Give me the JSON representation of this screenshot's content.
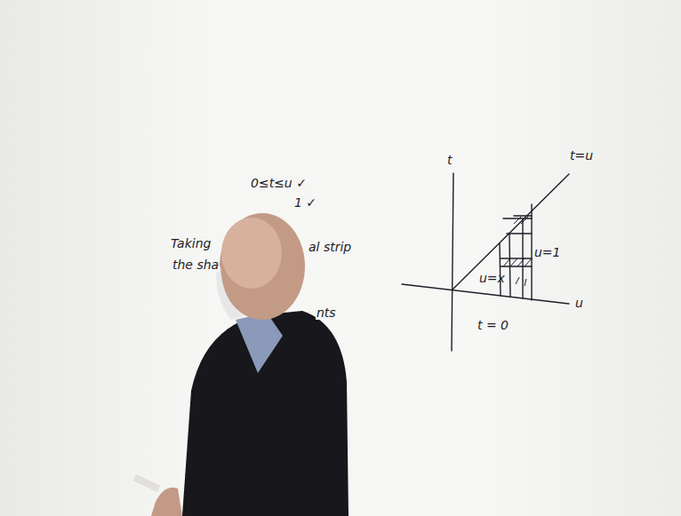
{
  "diagram": {
    "labels": [
      "t",
      "t=u",
      "u",
      "u=1",
      "u=x",
      "t = 0",
      "0≤t≤u ✓",
      "1 ✓",
      "Taking",
      "al strip",
      "the sha",
      "nts"
    ]
  }
}
